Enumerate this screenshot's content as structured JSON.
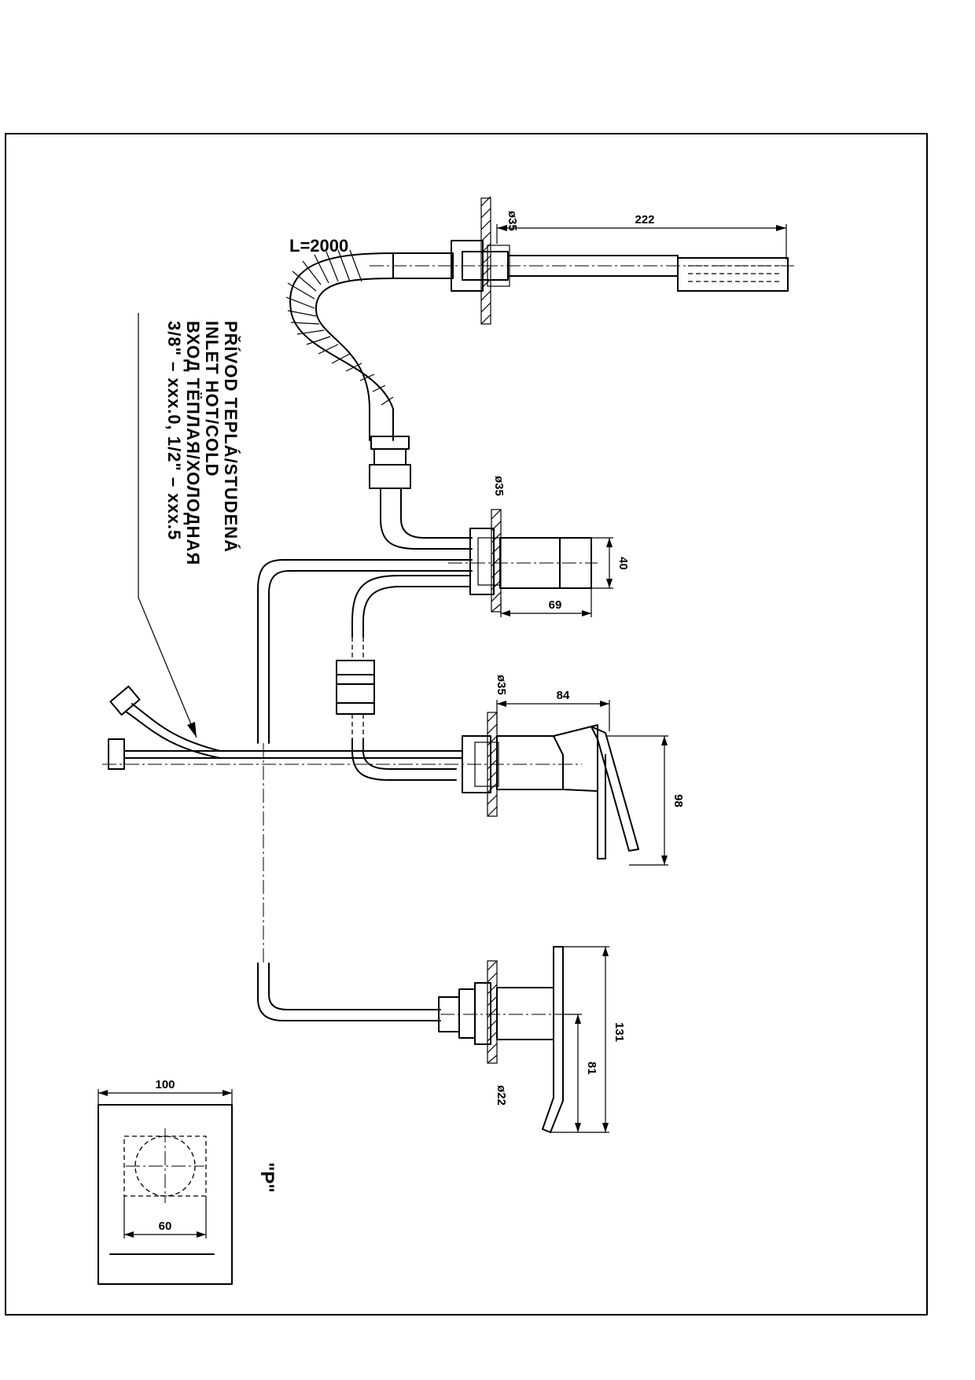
{
  "hose_label": "L=2000",
  "note_lines": [
    "PŘÍVOD TEPLÁ/STUDENÁ",
    "INLET HOT/COLD",
    "ВХОД ТЁПЛАЯ/ХОЛОДНАЯ",
    "3/8\" – xxx.0, 1/2\" – xxx.5"
  ],
  "dims": {
    "hand_shower_d": "ø35",
    "hand_shower_len": "222",
    "outlet_d": "ø35",
    "outlet_h": "40",
    "outlet_len": "69",
    "mixer_d": "ø35",
    "mixer_len": "84",
    "mixer_h": "98",
    "diverter_d": "ø22",
    "diverter_h1": "131",
    "diverter_h2": "81",
    "plate_w": "100",
    "plate_hole": "60"
  },
  "view_label": "\"P\""
}
